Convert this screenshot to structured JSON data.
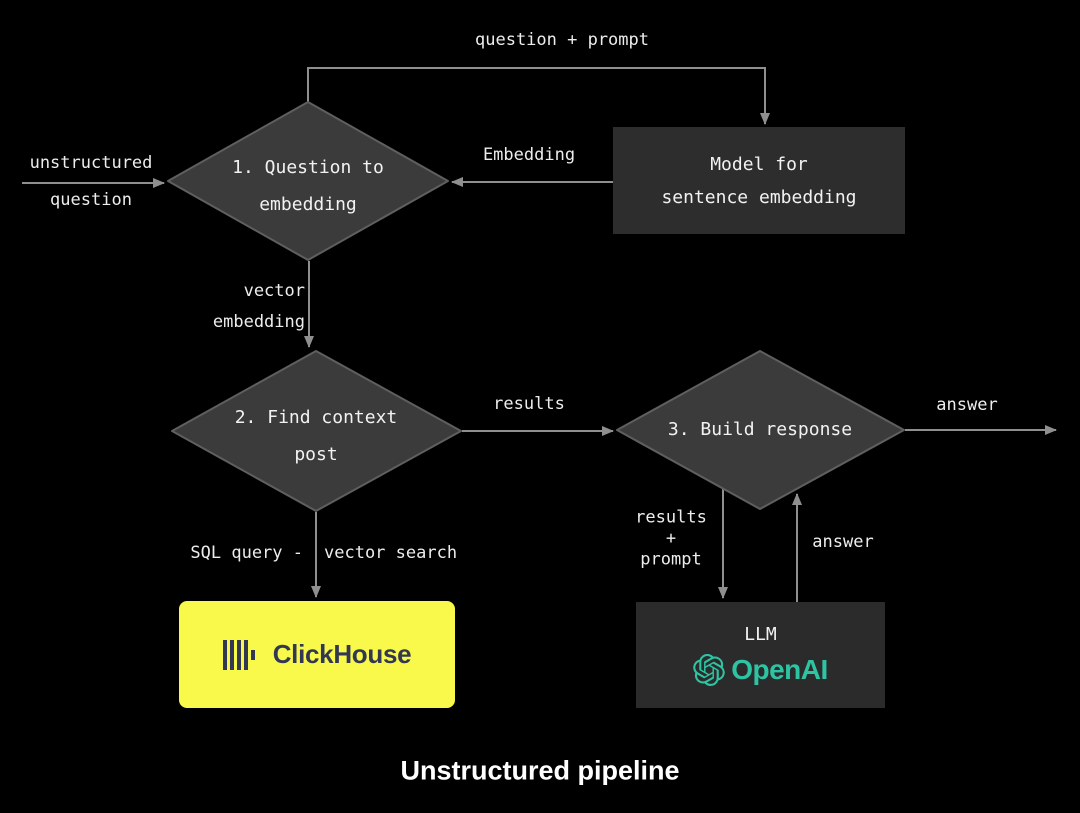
{
  "title": "Unstructured pipeline",
  "colors": {
    "background": "#000000",
    "diamond_fill": "#3b3b3b",
    "diamond_border": "#5f5f5f",
    "box_fill": "#2d2d2d",
    "arrow": "#8f8f8f",
    "label_text": "#ededed",
    "clickhouse_bg": "#f8f94b",
    "clickhouse_fg": "#333852",
    "openai_accent": "#2dc4a3"
  },
  "nodes": {
    "d1": {
      "label": "1. Question to\nembedding"
    },
    "d2": {
      "label": "2. Find context\npost"
    },
    "d3": {
      "label": "3. Build response"
    },
    "model": {
      "label": "Model for\nsentence embedding"
    },
    "clickhouse": {
      "label": "ClickHouse"
    },
    "llm": {
      "label": "LLM",
      "provider": "OpenAI"
    }
  },
  "edges": {
    "input": {
      "label": "unstructured\nquestion"
    },
    "to_model": {
      "label": "question + prompt"
    },
    "from_model": {
      "label": "Embedding"
    },
    "d1_to_d2": {
      "label": "vector\nembedding"
    },
    "d2_to_d3": {
      "label": "results"
    },
    "d2_to_clickhouse_left": {
      "label": "SQL query -"
    },
    "d2_to_clickhouse_right": {
      "label": "vector search"
    },
    "d3_out": {
      "label": "answer"
    },
    "d3_to_llm": {
      "label": "results\n+\nprompt"
    },
    "llm_to_d3": {
      "label": "answer"
    }
  }
}
